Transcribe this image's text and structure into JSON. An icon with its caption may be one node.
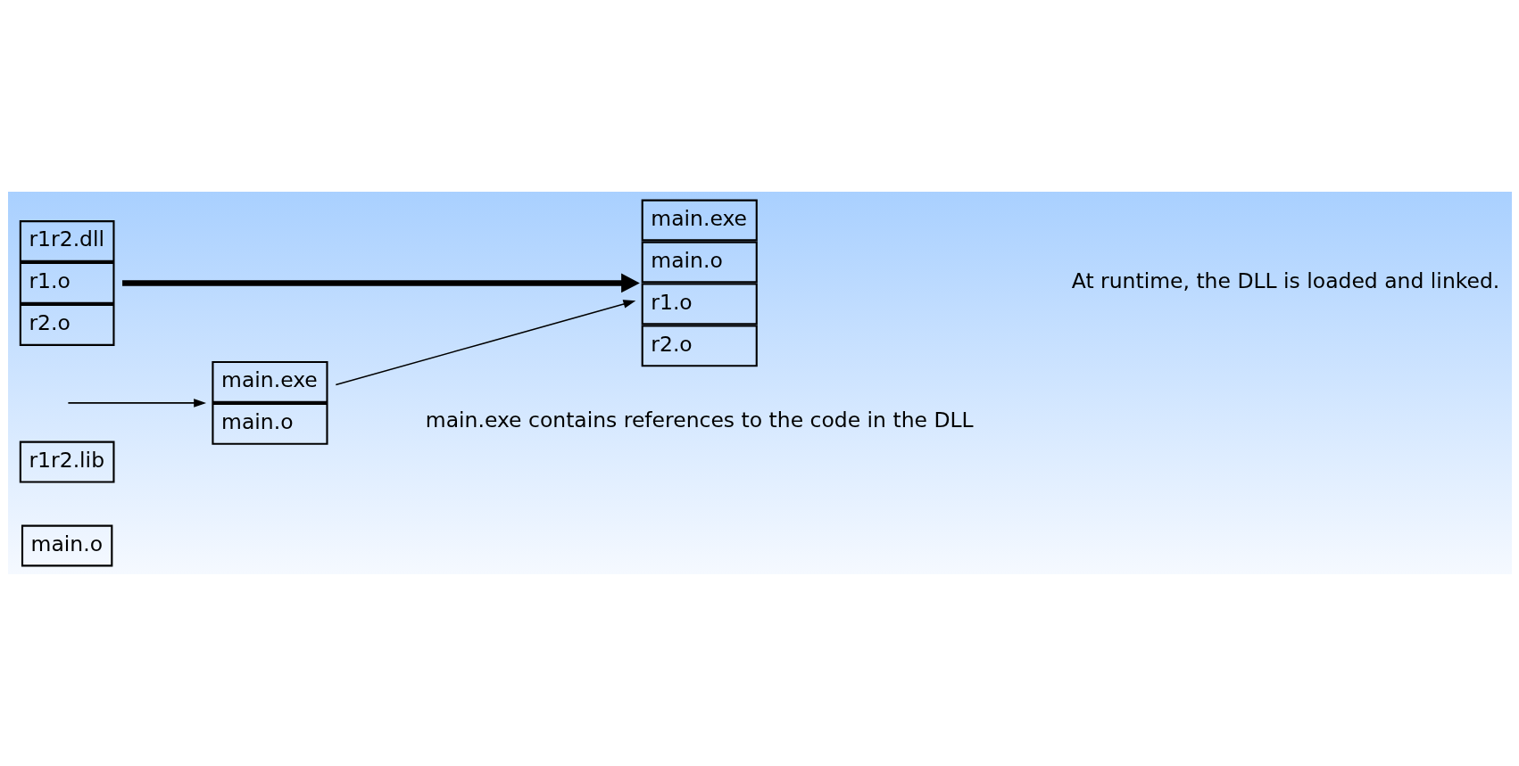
{
  "diagram": {
    "nodes": [
      {
        "text": [
          "main.o"
        ]
      },
      {
        "text": [
          "r1r2.lib"
        ]
      },
      {
        "text": [
          "main.exe",
          "main.o"
        ]
      },
      {
        "text": [
          "main.exe",
          "main.o",
          "r1.o",
          "r2.o"
        ]
      },
      {
        "text": [
          "r1r2.dll",
          "r1.o",
          "r2.o"
        ]
      }
    ],
    "edges": [
      {
        "from": null,
        "to": 2,
        "arrow": "to"
      },
      {
        "from": 2,
        "to": 3,
        "arrow": "to"
      },
      {
        "from": 4,
        "to": 3,
        "arrow": "to",
        "style": "thick"
      }
    ],
    "labels": [
      "main.exe contains references to the code in the DLL",
      "At runtime, the DLL is loaded and linked."
    ]
  }
}
